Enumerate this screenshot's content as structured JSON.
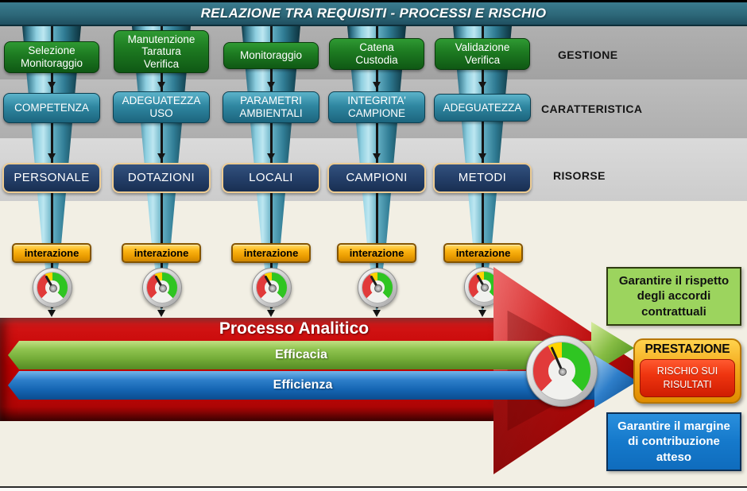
{
  "title": "RELAZIONE TRA REQUISITI - PROCESSI E RISCHIO",
  "rows": {
    "gestione": "GESTIONE",
    "caratteristica": "CARATTERISTICA",
    "risorse": "RISORSE"
  },
  "columns": [
    {
      "gestione": "Selezione\nMonitoraggio",
      "caratteristica": "COMPETENZA",
      "risorsa": "PERSONALE",
      "interazione": "interazione"
    },
    {
      "gestione": "Manutenzione\nTaratura\nVerifica",
      "caratteristica": "ADEGUATEZZA\nUSO",
      "risorsa": "DOTAZIONI",
      "interazione": "interazione"
    },
    {
      "gestione": "Monitoraggio",
      "caratteristica": "PARAMETRI\nAMBIENTALI",
      "risorsa": "LOCALI",
      "interazione": "interazione"
    },
    {
      "gestione": "Catena\nCustodia",
      "caratteristica": "INTEGRITA'\nCAMPIONE",
      "risorsa": "CAMPIONI",
      "interazione": "interazione"
    },
    {
      "gestione": "Validazione\nVerifica",
      "caratteristica": "ADEGUATEZZA",
      "risorsa": "METODI",
      "interazione": "interazione"
    }
  ],
  "process": {
    "title": "Processo Analitico",
    "efficacia": "Efficacia",
    "efficienza": "Efficienza"
  },
  "outcomes": {
    "contract": "Garantire il rispetto\ndegli accordi\ncontrattuali",
    "prestazione": "PRESTAZIONE",
    "rischio": "RISCHIO SUI\nRISULTATI",
    "margine": "Garantire il margine\ndi contribuzione\natteso"
  },
  "icons": {
    "gauge": "gauge-icon",
    "down_arrow": "arrow-down-icon"
  },
  "colors": {
    "header_teal": "#2d6879",
    "band_gestione": "#a8a8a8",
    "band_caratteristica": "#b5b5b5",
    "band_risorse": "#d3d3d3",
    "green_box": "#1e7c22",
    "teal_box": "#2f87a1",
    "navy_box": "#243f69",
    "interazione_gold": "#fcb514",
    "process_red": "#c00000",
    "efficacia_green": "#74ad38",
    "efficienza_blue": "#1565b2",
    "outcome_green": "#9cd45e",
    "outcome_blue": "#1579cb",
    "prestazione_gold": "#f3a91c",
    "rischio_red": "#ef3510"
  }
}
